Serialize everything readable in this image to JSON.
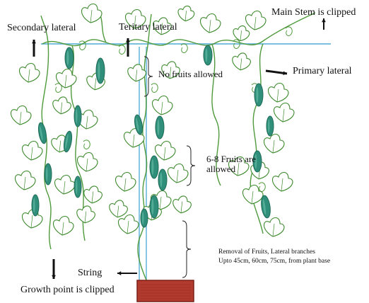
{
  "labels": {
    "main_stem": "Main Stem is clipped",
    "secondary_lateral": "Secondary lateral",
    "tertiary_lateral": "Teritary lateral",
    "no_fruits": "No fruits allowed",
    "primary_lateral": "Primary lateral",
    "fruits_allowed": "6-8 Fruits are\nallowed",
    "removal_note": "Removal of Fruits, Lateral branches\nUpto 45cm, 60cm, 75cm, from plant base",
    "string": "String",
    "growth_point": "Growth point is clipped"
  },
  "colors": {
    "leaf_stroke": "#3e8a2e",
    "vine": "#4f9a3c",
    "fruit_fill": "#2f8f7a",
    "fruit_dark": "#1f6b58",
    "support_wire": "#7cc0e0",
    "pot": "#b23a2e",
    "pot_dark": "#7a2017",
    "arrow": "#111111"
  }
}
